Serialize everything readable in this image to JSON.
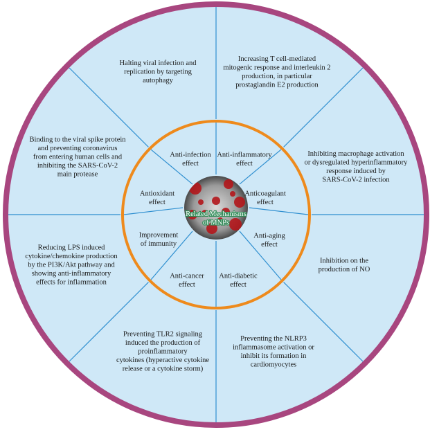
{
  "colors": {
    "outer_ring": "#a8467f",
    "sector_fill": "#cfe8f7",
    "divider_lines": "#2f8fd0",
    "inner_ring": "#ee8a1c",
    "center_glow": "#2e8b57"
  },
  "center": {
    "label": [
      "Related Mechanisms",
      "of MNPs"
    ],
    "icon": "coronavirus-icon"
  },
  "outer_sectors": [
    {
      "id": "autophagy",
      "lines": [
        "Halting viral infection and",
        "replication by targeting",
        "autophagy"
      ]
    },
    {
      "id": "t-cell",
      "lines": [
        "Increasing T cell-mediated",
        "mitogenic response and interleukin 2",
        "production, in particular",
        "prostaglandin E2 production"
      ]
    },
    {
      "id": "macrophage",
      "lines": [
        "Inhibiting macrophage activation",
        "or dysregulated hyperinflammatory",
        "response induced by",
        "SARS-CoV-2 infection"
      ]
    },
    {
      "id": "no",
      "lines": [
        "Inhibition on the",
        "production of NO"
      ]
    },
    {
      "id": "nlrp3",
      "lines": [
        "Preventing the NLRP3",
        "inflammasome activation or",
        "inhibit its formation in",
        "cardiomyocytes"
      ]
    },
    {
      "id": "tlr2",
      "lines": [
        "Preventing TLR2 signaling",
        "induced the production of",
        "proinflammatory",
        "cytokines (hyperactive cytokine",
        "release or a cytokine storm)"
      ]
    },
    {
      "id": "lps",
      "lines": [
        "Reducing LPS induced",
        "cytokine/chemokine production",
        "by the PI3K/Akt pathway and",
        "showing anti-inflammatory",
        "effects for inflammation"
      ]
    },
    {
      "id": "spike",
      "lines": [
        "Binding to the viral spike protein",
        "and preventing coronavirus",
        "from entering human cells and",
        "inhibiting the SARS-CoV-2",
        "main protease"
      ]
    }
  ],
  "inner_labels": [
    {
      "id": "anti-infection",
      "lines": [
        "Anti-infection",
        "effect"
      ]
    },
    {
      "id": "anti-inflammatory",
      "lines": [
        "Anti-inflammatory",
        "effect"
      ]
    },
    {
      "id": "anticoagulant",
      "lines": [
        "Anticoagulant",
        "effect"
      ]
    },
    {
      "id": "anti-aging",
      "lines": [
        "Anti-aging",
        "effect"
      ]
    },
    {
      "id": "anti-diabetic",
      "lines": [
        "Anti-diabetic",
        "effect"
      ]
    },
    {
      "id": "anti-cancer",
      "lines": [
        "Anti-cancer",
        "effect"
      ]
    },
    {
      "id": "immunity",
      "lines": [
        "Improvement",
        "of immunity"
      ]
    },
    {
      "id": "antioxidant",
      "lines": [
        "Antioxidant",
        "effect"
      ]
    }
  ]
}
